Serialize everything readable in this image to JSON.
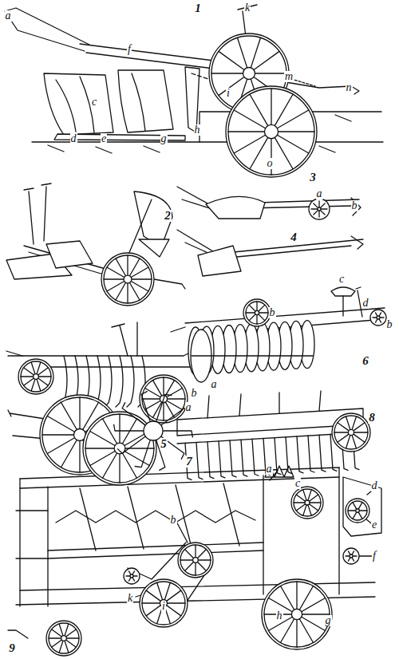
{
  "diagram": {
    "labels": [
      "1",
      "k",
      "a",
      "f",
      "i",
      "m",
      "n",
      "c",
      "h",
      "d",
      "e",
      "g",
      "o",
      "3",
      "a",
      "b",
      "4",
      "2",
      "c",
      "d",
      "b",
      "b",
      "a",
      "6",
      "5",
      "b",
      "a",
      "7",
      "8",
      "a",
      "c",
      "d",
      "b",
      "e",
      "f",
      "k",
      "i",
      "h",
      "g",
      "9"
    ]
  }
}
